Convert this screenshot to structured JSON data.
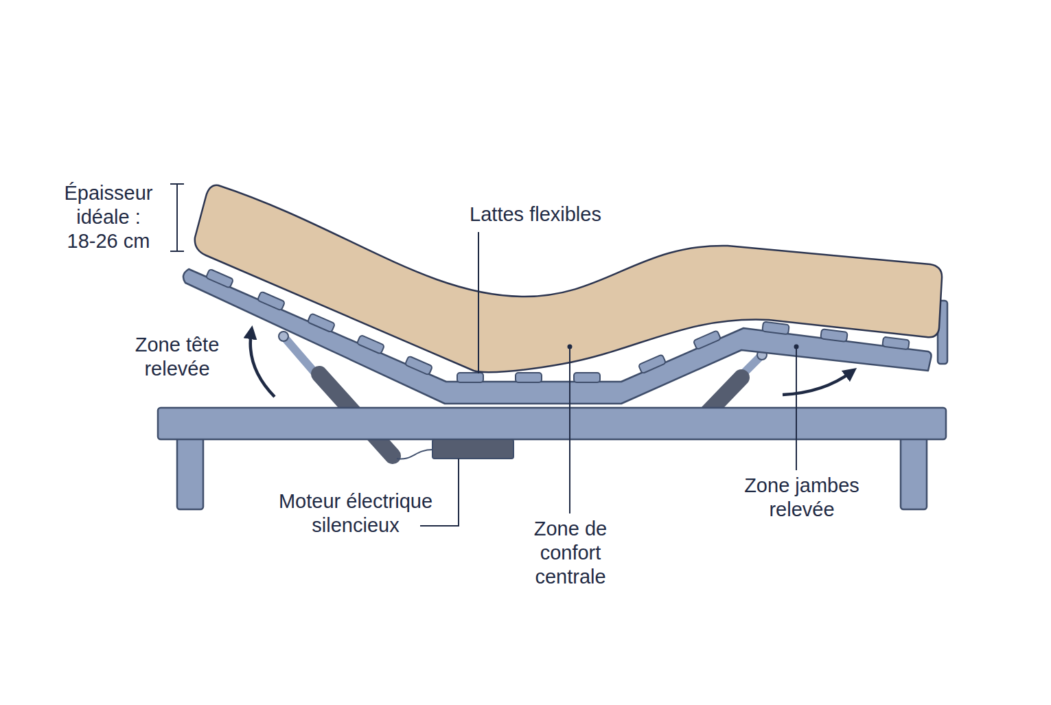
{
  "diagram": {
    "labels": [
      "Épaisseur idéale : 18-26 cm",
      "Lattes flexibles",
      "Zone tête relevée",
      "Moteur électrique silencieux",
      "Zone de confort centrale",
      "Zone jambes relevée"
    ]
  }
}
